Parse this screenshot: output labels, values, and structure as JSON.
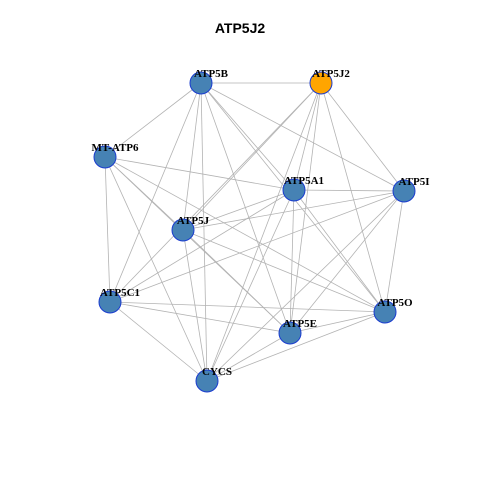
{
  "title": "ATP5J2",
  "colors": {
    "node_fill": "#4682B4",
    "node_stroke": "#1a3ccf",
    "highlight_fill": "#FFA500",
    "edge": "#b3b3b3",
    "background": "#ffffff"
  },
  "nodes": [
    {
      "id": "ATP5B",
      "label": "ATP5B",
      "highlight": false
    },
    {
      "id": "ATP5J2",
      "label": "ATP5J2",
      "highlight": true
    },
    {
      "id": "MT-ATP6",
      "label": "MT-ATP6",
      "highlight": false
    },
    {
      "id": "ATP5A1",
      "label": "ATP5A1",
      "highlight": false
    },
    {
      "id": "ATP5I",
      "label": "ATP5I",
      "highlight": false
    },
    {
      "id": "ATP5J",
      "label": "ATP5J",
      "highlight": false
    },
    {
      "id": "ATP5C1",
      "label": "ATP5C1",
      "highlight": false
    },
    {
      "id": "ATP5O",
      "label": "ATP5O",
      "highlight": false
    },
    {
      "id": "ATP5E",
      "label": "ATP5E",
      "highlight": false
    },
    {
      "id": "CYCS",
      "label": "CYCS",
      "highlight": false
    }
  ],
  "edges": [
    [
      "ATP5B",
      "ATP5J2"
    ],
    [
      "ATP5B",
      "MT-ATP6"
    ],
    [
      "ATP5B",
      "ATP5A1"
    ],
    [
      "ATP5B",
      "ATP5I"
    ],
    [
      "ATP5B",
      "ATP5J"
    ],
    [
      "ATP5B",
      "ATP5C1"
    ],
    [
      "ATP5B",
      "ATP5O"
    ],
    [
      "ATP5B",
      "ATP5E"
    ],
    [
      "ATP5B",
      "CYCS"
    ],
    [
      "ATP5J2",
      "ATP5A1"
    ],
    [
      "ATP5J2",
      "ATP5I"
    ],
    [
      "ATP5J2",
      "ATP5J"
    ],
    [
      "ATP5J2",
      "ATP5C1"
    ],
    [
      "ATP5J2",
      "ATP5O"
    ],
    [
      "ATP5J2",
      "ATP5E"
    ],
    [
      "ATP5J2",
      "CYCS"
    ],
    [
      "MT-ATP6",
      "ATP5A1"
    ],
    [
      "MT-ATP6",
      "ATP5J"
    ],
    [
      "MT-ATP6",
      "ATP5C1"
    ],
    [
      "MT-ATP6",
      "ATP5O"
    ],
    [
      "MT-ATP6",
      "ATP5E"
    ],
    [
      "MT-ATP6",
      "CYCS"
    ],
    [
      "ATP5A1",
      "ATP5I"
    ],
    [
      "ATP5A1",
      "ATP5J"
    ],
    [
      "ATP5A1",
      "ATP5C1"
    ],
    [
      "ATP5A1",
      "ATP5O"
    ],
    [
      "ATP5A1",
      "ATP5E"
    ],
    [
      "ATP5A1",
      "CYCS"
    ],
    [
      "ATP5I",
      "ATP5J"
    ],
    [
      "ATP5I",
      "ATP5C1"
    ],
    [
      "ATP5I",
      "ATP5O"
    ],
    [
      "ATP5I",
      "ATP5E"
    ],
    [
      "ATP5I",
      "CYCS"
    ],
    [
      "ATP5J",
      "ATP5O"
    ],
    [
      "ATP5J",
      "ATP5E"
    ],
    [
      "ATP5J",
      "CYCS"
    ],
    [
      "ATP5C1",
      "ATP5O"
    ],
    [
      "ATP5C1",
      "ATP5E"
    ],
    [
      "ATP5C1",
      "CYCS"
    ],
    [
      "ATP5O",
      "ATP5E"
    ],
    [
      "ATP5O",
      "CYCS"
    ],
    [
      "ATP5E",
      "CYCS"
    ]
  ]
}
